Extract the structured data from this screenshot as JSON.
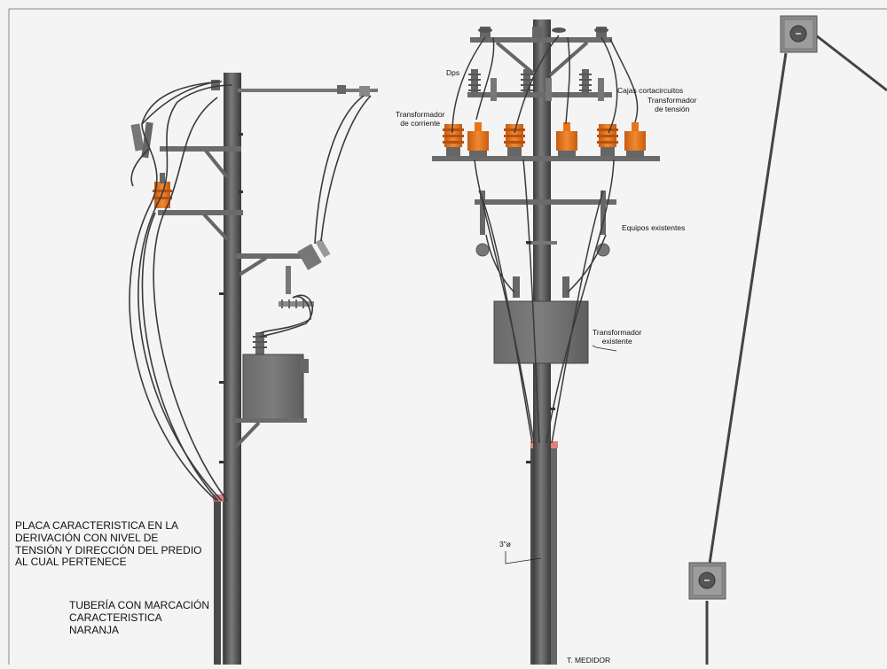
{
  "labels": {
    "dps": "Dps",
    "cajas_cortacircuitos": "Cajas cortacircuitos",
    "transformador_tension": "Transformador\nde tensión",
    "transformador_corriente": "Transformador\nde corriente",
    "equipos_existentes": "Equipos existentes",
    "transformador_existente": "Transformador\nexistente",
    "diametro": "3\"ø",
    "t_medidor": "T. MEDIDOR",
    "placa": "PLACA CARACTERISTICA EN LA DERIVACIÓN CON NIVEL DE TENSIÓN Y DIRECCIÓN DEL PREDIO AL CUAL PERTENECE",
    "tuberia": "TUBERÍA CON MARCACIÓN CARACTERISTICA NARANJA"
  },
  "colors": {
    "background": "#f4f4f4",
    "pole": "#5a5a5a",
    "steel": "#6b6b6b",
    "orange": "#e8741a",
    "cable": "#3a3a3a",
    "box": "#707070",
    "marker": "#e08080"
  },
  "icons": {
    "meter_box": "meter-box-icon",
    "minus": "minus-icon"
  }
}
